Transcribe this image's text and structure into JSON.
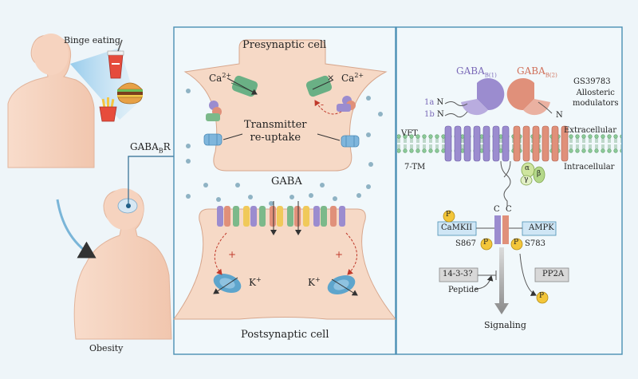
{
  "left": {
    "binge_label": "Binge eating",
    "obesity_label": "Obesity",
    "gababr_prefix": "GABA",
    "gababr_sub": "B",
    "gababr_suffix": "R"
  },
  "middle": {
    "presynaptic": "Presynaptic cell",
    "postsynaptic": "Postsynaptic cell",
    "ca_base": "Ca",
    "ca_sup": "2+",
    "reuptake_line1": "Transmitter",
    "reuptake_line2": "re-uptake",
    "gaba": "GABA",
    "k_base": "K",
    "k_sup": "+",
    "minus": "-",
    "plus": "+",
    "blocked": "×"
  },
  "right": {
    "gaba_b1_base": "GABA",
    "gaba_b1_sub": "B(1)",
    "gaba_b2_base": "GABA",
    "gaba_b2_sub": "B(2)",
    "gs39783": "GS39783",
    "allosteric_line1": "Allosteric",
    "allosteric_line2": "modulators",
    "iso_1a": "1a",
    "iso_1b": "1b",
    "n_letter": "N",
    "vft": "VFT",
    "tm7": "7-TM",
    "extracellular": "Extracellular",
    "intracellular": "Intracellular",
    "alpha": "α",
    "gamma": "γ",
    "beta": "β",
    "c_letter": "C",
    "p_letter": "P",
    "camkii": "CaMKII",
    "ampk": "AMPK",
    "s867": "S867",
    "s783": "S783",
    "protein1433": "14-3-3?",
    "pp2a": "PP2A",
    "peptide": "Peptide",
    "signaling": "Signaling"
  },
  "colors": {
    "panel_bg": "#f1f8fb",
    "panel_border": "#4a8fb4",
    "gaba_b1": "#9b8ccf",
    "gaba_b2": "#e0907a",
    "membrane": "#7cc08e",
    "cell_fill": "#f6d9c6",
    "ca_channel": "#6ab085",
    "k_channel": "#5ea5cc",
    "phospho": "#f3c63a",
    "kinase_box": "#cfe6f5"
  }
}
